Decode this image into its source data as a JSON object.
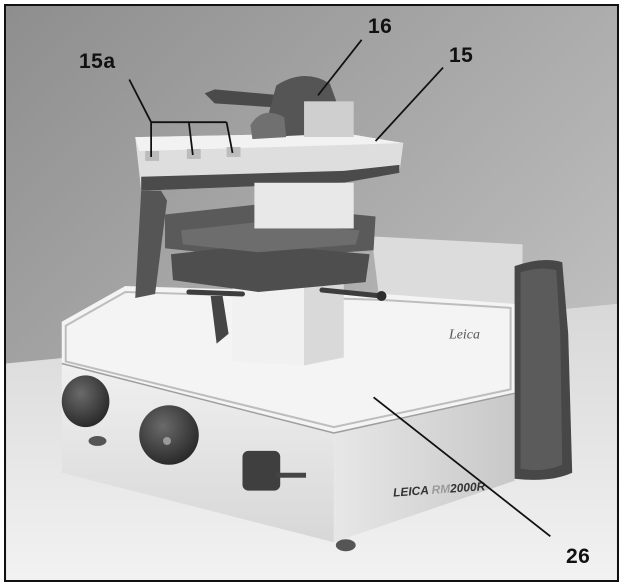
{
  "figure": {
    "callouts": [
      {
        "id": "15a",
        "label": "15a"
      },
      {
        "id": "16",
        "label": "16"
      },
      {
        "id": "15",
        "label": "15"
      },
      {
        "id": "26",
        "label": "26"
      }
    ],
    "brand_logo_text": "Leica",
    "model_text": "LEICA RM2000R"
  },
  "colors": {
    "background_wall": "#a9a9a9",
    "tabletop": "#e6e6e6",
    "housing": "#e9e9e9",
    "dark_parts": "#4a4a4a",
    "label_text": "#111111"
  }
}
